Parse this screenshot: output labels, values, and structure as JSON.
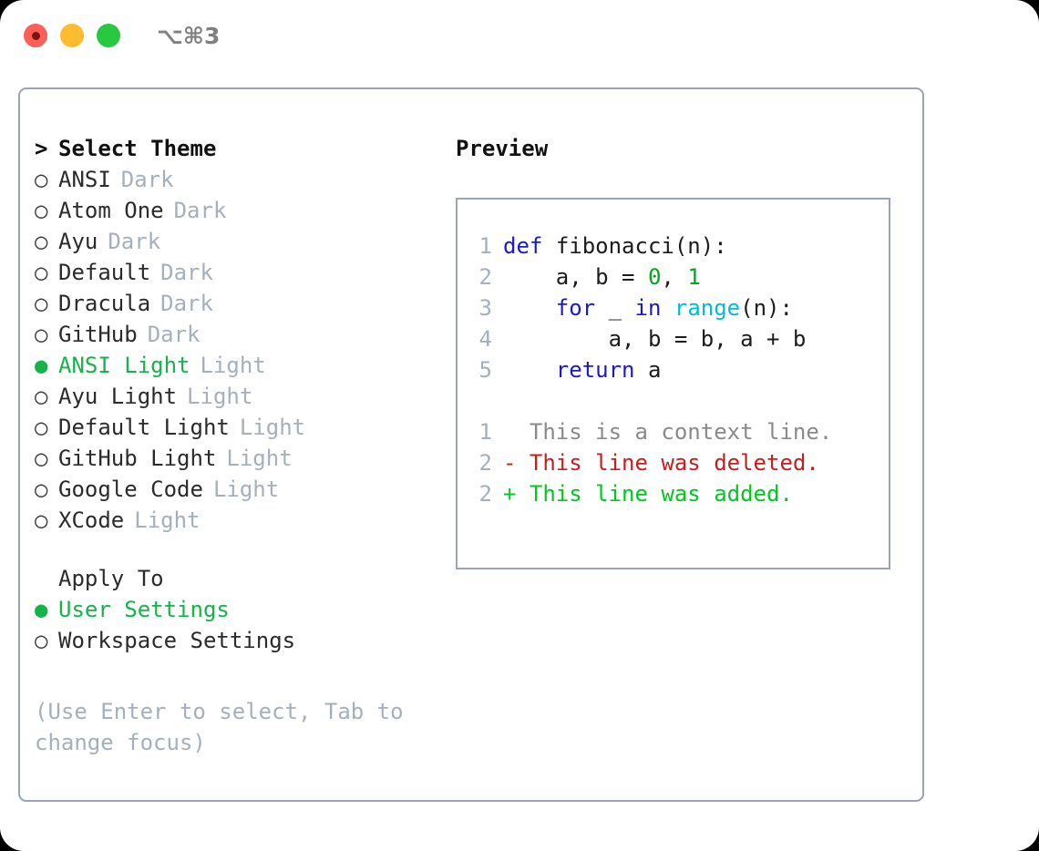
{
  "titlebar": {
    "shortcut": "⌥⌘3",
    "buttons": [
      {
        "name": "close",
        "color": "#ff5f57"
      },
      {
        "name": "minimize",
        "color": "#febc2e"
      },
      {
        "name": "maximize",
        "color": "#28c840"
      }
    ]
  },
  "theme_picker": {
    "header_marker": ">",
    "header": "Select Theme",
    "marker_unselected": "○",
    "marker_selected": "●",
    "items": [
      {
        "marker": "○",
        "name": "ANSI",
        "kind": "Dark",
        "selected": false
      },
      {
        "marker": "○",
        "name": "Atom One",
        "kind": "Dark",
        "selected": false
      },
      {
        "marker": "○",
        "name": "Ayu",
        "kind": "Dark",
        "selected": false
      },
      {
        "marker": "○",
        "name": "Default",
        "kind": "Dark",
        "selected": false
      },
      {
        "marker": "○",
        "name": "Dracula",
        "kind": "Dark",
        "selected": false
      },
      {
        "marker": "○",
        "name": "GitHub",
        "kind": "Dark",
        "selected": false
      },
      {
        "marker": "●",
        "name": "ANSI Light",
        "kind": "Light",
        "selected": true
      },
      {
        "marker": "○",
        "name": "Ayu Light",
        "kind": "Light",
        "selected": false
      },
      {
        "marker": "○",
        "name": "Default Light",
        "kind": "Light",
        "selected": false
      },
      {
        "marker": "○",
        "name": "GitHub Light",
        "kind": "Light",
        "selected": false
      },
      {
        "marker": "○",
        "name": "Google Code",
        "kind": "Light",
        "selected": false
      },
      {
        "marker": "○",
        "name": "XCode",
        "kind": "Light",
        "selected": false
      }
    ]
  },
  "apply_to": {
    "label": "Apply To",
    "options": [
      {
        "marker": "●",
        "name": "User Settings",
        "selected": true
      },
      {
        "marker": "○",
        "name": "Workspace Settings",
        "selected": false
      }
    ]
  },
  "hint": "(Use Enter to select, Tab to change focus)",
  "preview": {
    "title": "Preview",
    "code_lines": [
      {
        "number": "1",
        "tokens": [
          {
            "text": "def",
            "type": "kw"
          },
          {
            "text": " ",
            "type": "txt"
          },
          {
            "text": "fibonacci(n):",
            "type": "txt"
          }
        ]
      },
      {
        "number": "2",
        "tokens": [
          {
            "text": "    a, b = ",
            "type": "txt"
          },
          {
            "text": "0",
            "type": "num"
          },
          {
            "text": ", ",
            "type": "txt"
          },
          {
            "text": "1",
            "type": "num"
          }
        ]
      },
      {
        "number": "3",
        "tokens": [
          {
            "text": "    ",
            "type": "txt"
          },
          {
            "text": "for",
            "type": "kw"
          },
          {
            "text": " _ ",
            "type": "txt"
          },
          {
            "text": "in",
            "type": "kw"
          },
          {
            "text": " ",
            "type": "txt"
          },
          {
            "text": "range",
            "type": "fn"
          },
          {
            "text": "(n):",
            "type": "txt"
          }
        ]
      },
      {
        "number": "4",
        "tokens": [
          {
            "text": "        a, b = b, a + b",
            "type": "txt"
          }
        ]
      },
      {
        "number": "5",
        "tokens": [
          {
            "text": "    ",
            "type": "txt"
          },
          {
            "text": "return",
            "type": "kw"
          },
          {
            "text": " a",
            "type": "txt"
          }
        ]
      }
    ],
    "diff_lines": [
      {
        "number": "1",
        "sign": " ",
        "text": "This is a context line.",
        "type": "ctx"
      },
      {
        "number": "2",
        "sign": "-",
        "text": "This line was deleted.",
        "type": "del"
      },
      {
        "number": "2",
        "sign": "+",
        "text": "This line was added.",
        "type": "add"
      }
    ]
  },
  "colors": {
    "accent_green": "#16b34a",
    "muted": "#a6b0bd",
    "border": "#9aa5b1",
    "keyword": "#1a1acc",
    "function": "#00bcd4",
    "number": "#00a81e",
    "diff_add": "#00c81e",
    "diff_del": "#c81e1e",
    "diff_ctx": "#8a8a8a"
  }
}
